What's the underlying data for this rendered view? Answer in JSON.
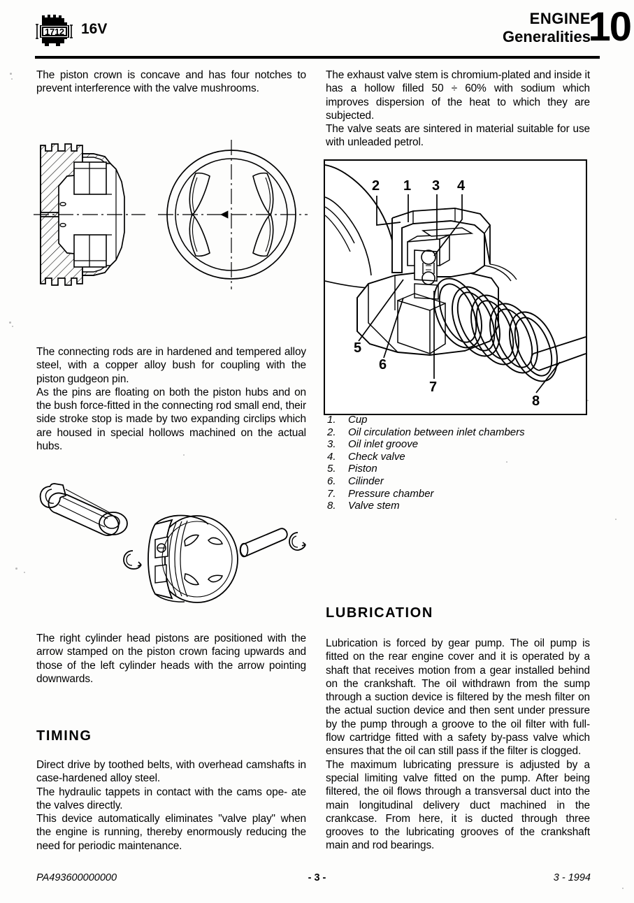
{
  "header": {
    "logo_number": "1712",
    "valves_label": "16V",
    "title_line1": "ENGINE",
    "title_line2": "Generalities",
    "chapter_number": "10"
  },
  "left_column": {
    "intro_paragraph": "The piston crown is concave and has four notches to prevent interference with the valve mushrooms.",
    "conrod_paragraph_1": "The connecting rods are in hardened and tempered alloy steel, with a copper alloy bush for coupling with the piston gudgeon pin.",
    "conrod_paragraph_2": "As the pins are floating on both the piston hubs and on the bush force-fitted in the connecting rod small end, their side stroke stop is made by two expanding circlips which are housed in special hollows machined on the actual hubs.",
    "arrow_paragraph": "The right cylinder head pistons are positioned with the arrow stamped on the piston crown facing upwards and those of the left cylinder heads with the arrow pointing downwards.",
    "timing_heading": "TIMING",
    "timing_paragraph_1": "Direct drive by toothed belts, with overhead camshafts in case-hardened alloy steel.",
    "timing_paragraph_2": "The hydraulic tappets in contact with the cams ope- ate the valves directly.",
    "timing_paragraph_3": "This device automatically eliminates \"valve play\" when the engine is running, thereby enormously reducing the need for periodic maintenance."
  },
  "right_column": {
    "valve_paragraph_1": "The exhaust valve stem is chromium-plated and inside it has a hollow filled 50 ÷ 60% with sodium which improves dispersion of the heat to which they are subjected.",
    "valve_paragraph_2": "The valve seats are sintered in material suitable for use with unleaded petrol.",
    "lubrication_heading": "LUBRICATION",
    "lubrication_paragraph_1": "Lubrication is forced by gear pump. The oil pump is fitted on the rear engine cover and it is operated by a shaft that receives motion from a gear installed behind on the crankshaft. The oil withdrawn from the sump through a suction device is filtered by the mesh filter on the actual suction device and then sent under pressure by the pump through a groove to the oil filter with full-flow cartridge fitted with a safety by-pass valve which ensures that the oil can still pass if the filter is clogged.",
    "lubrication_paragraph_2": "The maximum lubricating pressure is adjusted by a special limiting valve fitted on the pump. After being filtered, the oil flows through a transversal duct into the main longitudinal delivery duct machined in the crankcase. From here, it is ducted through three grooves to the lubricating grooves of the crankshaft main and rod bearings."
  },
  "tappet_figure": {
    "callouts": [
      "2",
      "1",
      "3",
      "4",
      "5",
      "6",
      "7",
      "8"
    ],
    "legend": [
      {
        "number": "1.",
        "label": "Cup"
      },
      {
        "number": "2.",
        "label": "Oil circulation between inlet chambers"
      },
      {
        "number": "3.",
        "label": "Oil inlet groove"
      },
      {
        "number": "4.",
        "label": "Check valve"
      },
      {
        "number": "5.",
        "label": "Piston"
      },
      {
        "number": "6.",
        "label": "Cilinder"
      },
      {
        "number": "7.",
        "label": "Pressure chamber"
      },
      {
        "number": "8.",
        "label": "Valve stem"
      }
    ]
  },
  "footer": {
    "document_code": "PA493600000000",
    "page_number": "- 3 -",
    "date_code": "3 - 1994"
  },
  "colors": {
    "ink": "#000000",
    "paper": "#fdfdfc"
  }
}
